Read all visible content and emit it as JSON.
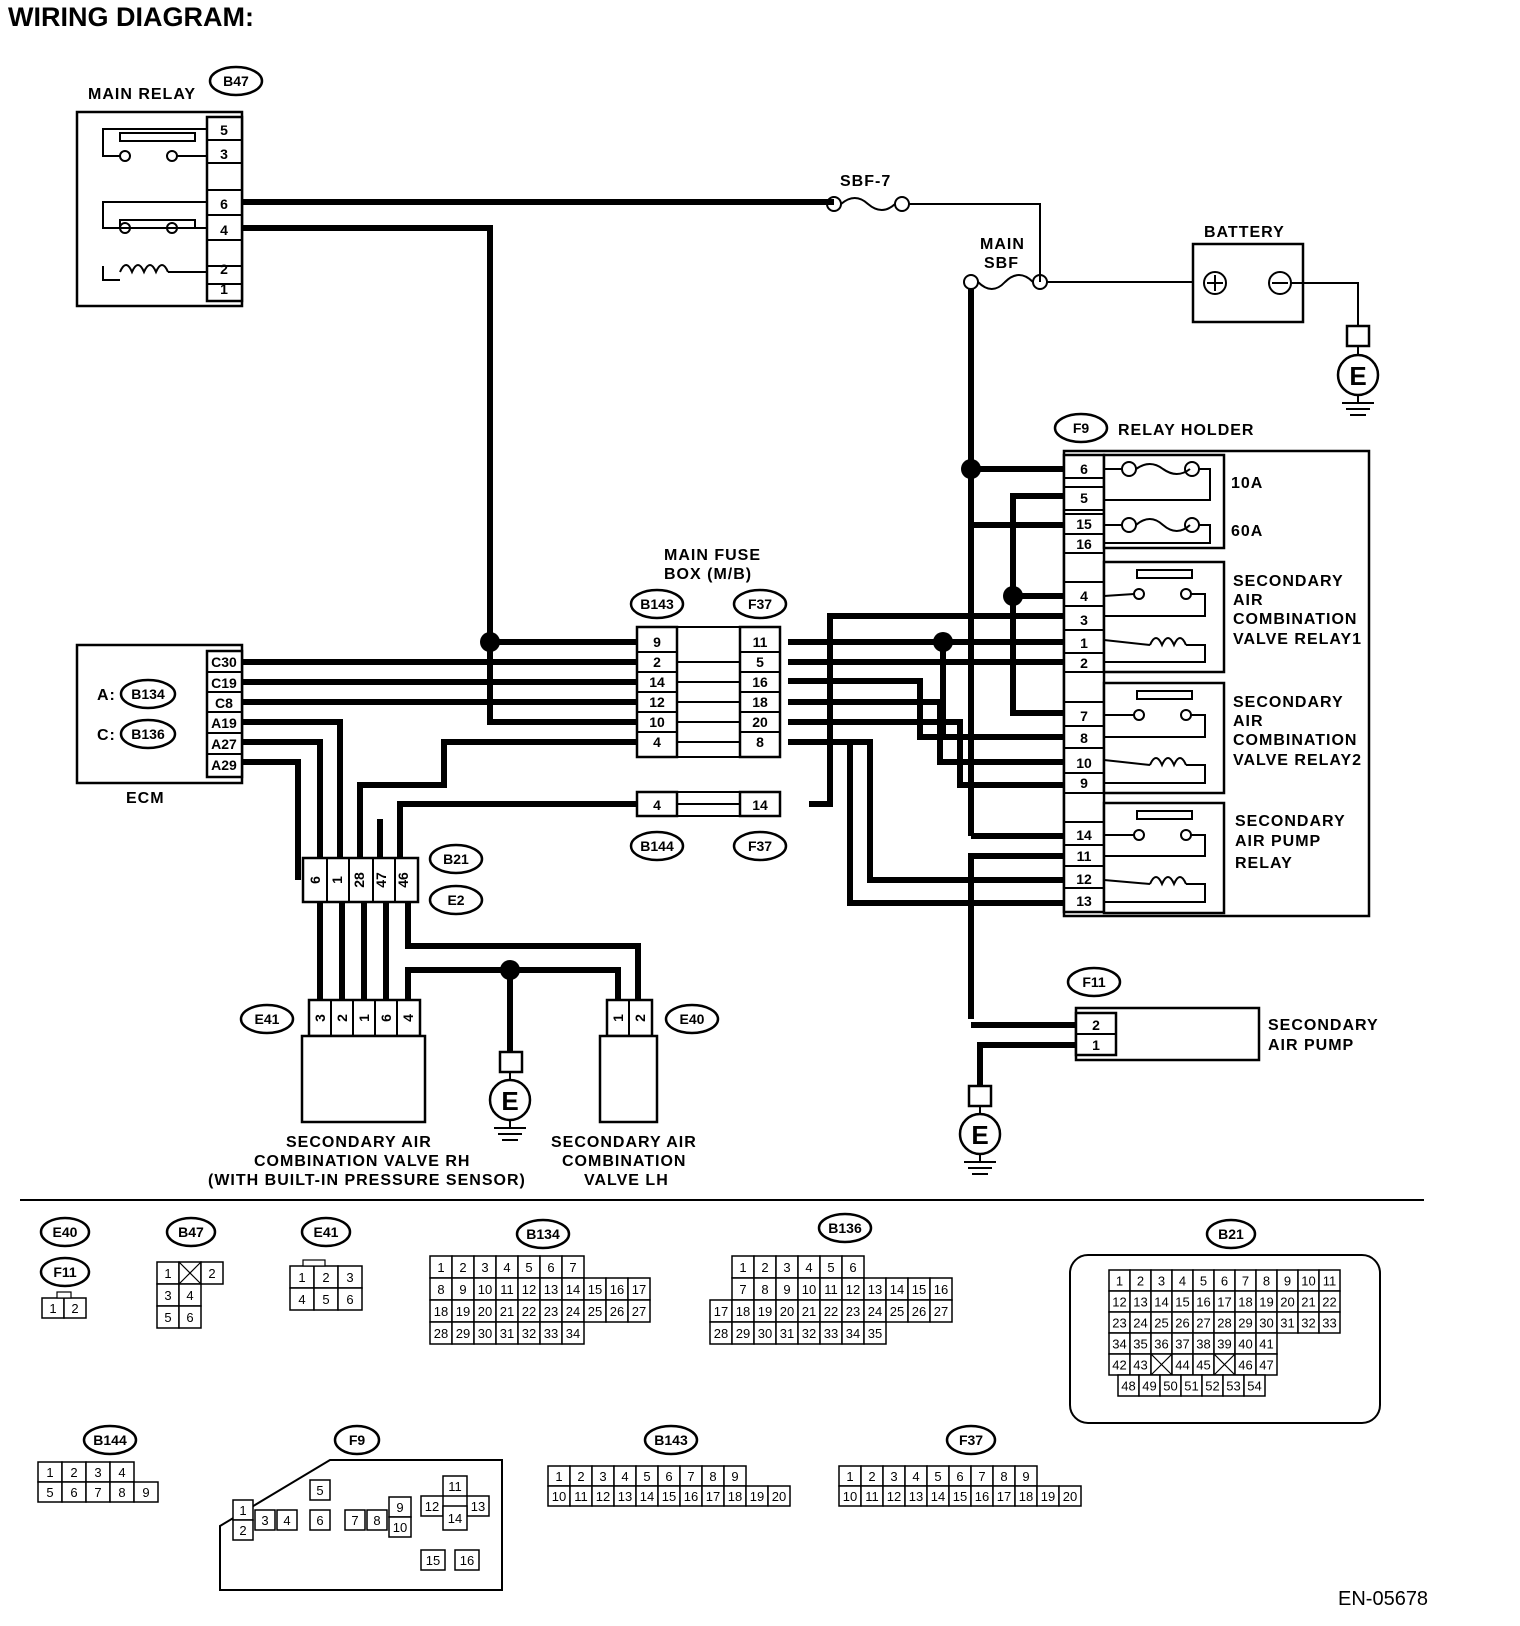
{
  "title": "WIRING DIAGRAM:",
  "doc_id": "EN-05678",
  "components": {
    "main_relay": "MAIN RELAY",
    "ecm": "ECM",
    "ecm_conn_a": "A:",
    "ecm_conn_c": "C:",
    "battery": "BATTERY",
    "main_sbf": [
      "MAIN",
      "SBF"
    ],
    "sbf7": "SBF-7",
    "relay_holder": "RELAY HOLDER",
    "fuse_10a": "10A",
    "fuse_60a": "60A",
    "relay1": [
      "SECONDARY",
      "AIR",
      "COMBINATION",
      "VALVE RELAY1"
    ],
    "relay2": [
      "SECONDARY",
      "AIR",
      "COMBINATION",
      "VALVE RELAY2"
    ],
    "pump_relay": [
      "SECONDARY",
      "AIR PUMP",
      "RELAY"
    ],
    "main_fuse_box": [
      "MAIN FUSE",
      "BOX (M/B)"
    ],
    "secondary_air_pump": [
      "SECONDARY",
      "AIR PUMP"
    ],
    "valve_rh": [
      "SECONDARY AIR",
      "COMBINATION VALVE RH",
      "(WITH BUILT-IN PRESSURE SENSOR)"
    ],
    "valve_lh": [
      "SECONDARY AIR",
      "COMBINATION",
      "VALVE LH"
    ],
    "ground": "E"
  },
  "connectors": {
    "B47": "B47",
    "B134": "B134",
    "B136": "B136",
    "F9": "F9",
    "B143": "B143",
    "F37": "F37",
    "B144": "B144",
    "B21": "B21",
    "E2": "E2",
    "E41": "E41",
    "E40": "E40",
    "F11": "F11"
  },
  "pins": {
    "main_relay": [
      "5",
      "3",
      "6",
      "4",
      "2",
      "1"
    ],
    "ecm": [
      "C30",
      "C19",
      "C8",
      "A19",
      "A27",
      "A29"
    ],
    "b143": [
      "9",
      "2",
      "14",
      "12",
      "10",
      "4"
    ],
    "f37": [
      "11",
      "5",
      "16",
      "18",
      "20",
      "8"
    ],
    "b144": [
      "4"
    ],
    "f37b": [
      "14"
    ],
    "b21": [
      "6",
      "1",
      "28",
      "47",
      "46"
    ],
    "e41": [
      "3",
      "2",
      "1",
      "6",
      "4"
    ],
    "e40": [
      "1",
      "2"
    ],
    "f9": [
      "6",
      "5",
      "15",
      "16",
      "4",
      "3",
      "1",
      "2",
      "7",
      "8",
      "10",
      "9",
      "14",
      "11",
      "12",
      "13"
    ],
    "f11": [
      "2",
      "1"
    ]
  },
  "faces": {
    "E40": [
      [
        "1",
        "2"
      ]
    ],
    "B47": [
      [
        "1",
        "",
        "2"
      ],
      [
        "3",
        "4"
      ],
      [
        "5",
        "6"
      ]
    ],
    "E41": [
      [
        "1",
        "2",
        "3"
      ],
      [
        "4",
        "5",
        "6"
      ]
    ],
    "B134": [
      [
        "1",
        "2",
        "3",
        "4",
        "5",
        "6",
        "7"
      ],
      [
        "8",
        "9",
        "10",
        "11",
        "12",
        "13",
        "14",
        "15",
        "16",
        "17"
      ],
      [
        "18",
        "19",
        "20",
        "21",
        "22",
        "23",
        "24",
        "25",
        "26",
        "27"
      ],
      [
        "28",
        "29",
        "30",
        "31",
        "32",
        "33",
        "34"
      ]
    ],
    "B136": [
      [
        "1",
        "2",
        "3",
        "4",
        "5",
        "6"
      ],
      [
        "7",
        "8",
        "9",
        "10",
        "11",
        "12",
        "13",
        "14",
        "15",
        "16"
      ],
      [
        "17",
        "18",
        "19",
        "20",
        "21",
        "22",
        "23",
        "24",
        "25",
        "26",
        "27"
      ],
      [
        "28",
        "29",
        "30",
        "31",
        "32",
        "33",
        "34",
        "35"
      ]
    ],
    "B21": [
      [
        "1",
        "2",
        "3",
        "4",
        "5",
        "6",
        "7",
        "8",
        "9",
        "10",
        "11"
      ],
      [
        "12",
        "13",
        "14",
        "15",
        "16",
        "17",
        "18",
        "19",
        "20",
        "21",
        "22"
      ],
      [
        "23",
        "24",
        "25",
        "26",
        "27",
        "28",
        "29",
        "30",
        "31",
        "32",
        "33"
      ],
      [
        "34",
        "35",
        "36",
        "37",
        "38",
        "39",
        "40",
        "41"
      ],
      [
        "42",
        "43",
        "",
        "44",
        "45",
        "",
        "46",
        "47"
      ],
      [
        "48",
        "49",
        "50",
        "51",
        "52",
        "53",
        "54"
      ]
    ],
    "B144": [
      [
        "1",
        "2",
        "3",
        "4"
      ],
      [
        "5",
        "6",
        "7",
        "8",
        "9"
      ]
    ],
    "F9": [
      "1",
      "2",
      "3",
      "4",
      "5",
      "6",
      "7",
      "8",
      "9",
      "10",
      "11",
      "12",
      "13",
      "14",
      "15",
      "16"
    ],
    "B143": [
      [
        "1",
        "2",
        "3",
        "4",
        "5",
        "6",
        "7",
        "8",
        "9"
      ],
      [
        "10",
        "11",
        "12",
        "13",
        "14",
        "15",
        "16",
        "17",
        "18",
        "19",
        "20"
      ]
    ],
    "F37": [
      [
        "1",
        "2",
        "3",
        "4",
        "5",
        "6",
        "7",
        "8",
        "9"
      ],
      [
        "10",
        "11",
        "12",
        "13",
        "14",
        "15",
        "16",
        "17",
        "18",
        "19",
        "20"
      ]
    ]
  }
}
